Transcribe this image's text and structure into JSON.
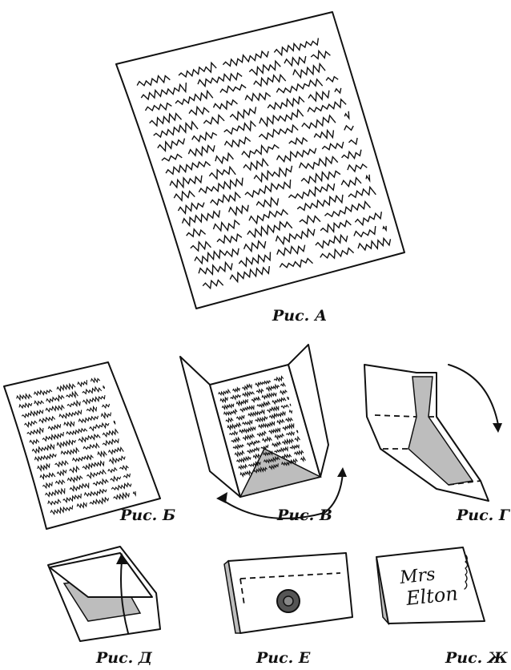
{
  "figures": [
    {
      "id": "A",
      "caption": "Рис. А"
    },
    {
      "id": "B",
      "caption": "Рис. Б"
    },
    {
      "id": "V",
      "caption": "Рис. В"
    },
    {
      "id": "G",
      "caption": "Рис. Г"
    },
    {
      "id": "D",
      "caption": "Рис. Д"
    },
    {
      "id": "E",
      "caption": "Рис. Е"
    },
    {
      "id": "Zh",
      "caption": "Рис. Ж"
    }
  ],
  "envelope_address": {
    "line1": "Mrs",
    "line2": "Elton"
  },
  "colors": {
    "ink": "#111111",
    "shade": "#bdbdbd",
    "seal": "#555555"
  }
}
